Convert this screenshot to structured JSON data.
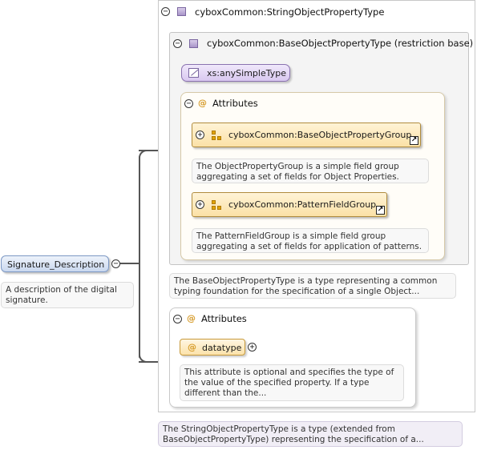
{
  "element": {
    "name": "Signature_Description",
    "doc": "A description of the digital signature."
  },
  "string_type": {
    "title": "cyboxCommon:StringObjectPropertyType",
    "doc": "The StringObjectPropertyType is a type (extended from BaseObjectPropertyType) representing the specification of a..."
  },
  "base_type": {
    "title": "cyboxCommon:BaseObjectPropertyType (restriction base)",
    "doc": "The BaseObjectPropertyType is a type representing a common typing foundation for the specification of a single Object...",
    "simple_type": "xs:anySimpleType",
    "attributes": {
      "title": "Attributes",
      "groups": [
        {
          "name": "cyboxCommon:BaseObjectPropertyGroup",
          "doc": "The ObjectPropertyGroup is a simple field group aggregating a set of fields for Object Properties."
        },
        {
          "name": "cyboxCommon:PatternFieldGroup",
          "doc": "The PatternFieldGroup is a simple field group aggregating a set of fields for application of patterns."
        }
      ]
    }
  },
  "ext_attributes": {
    "title": "Attributes",
    "attribute": {
      "name": "datatype",
      "doc": "This attribute is optional and specifies the type of the value of the specified property. If a type different than the..."
    }
  },
  "symbols": {
    "collapse": "⊖",
    "expand": "⊕",
    "at": "@",
    "external_link": "↗"
  }
}
